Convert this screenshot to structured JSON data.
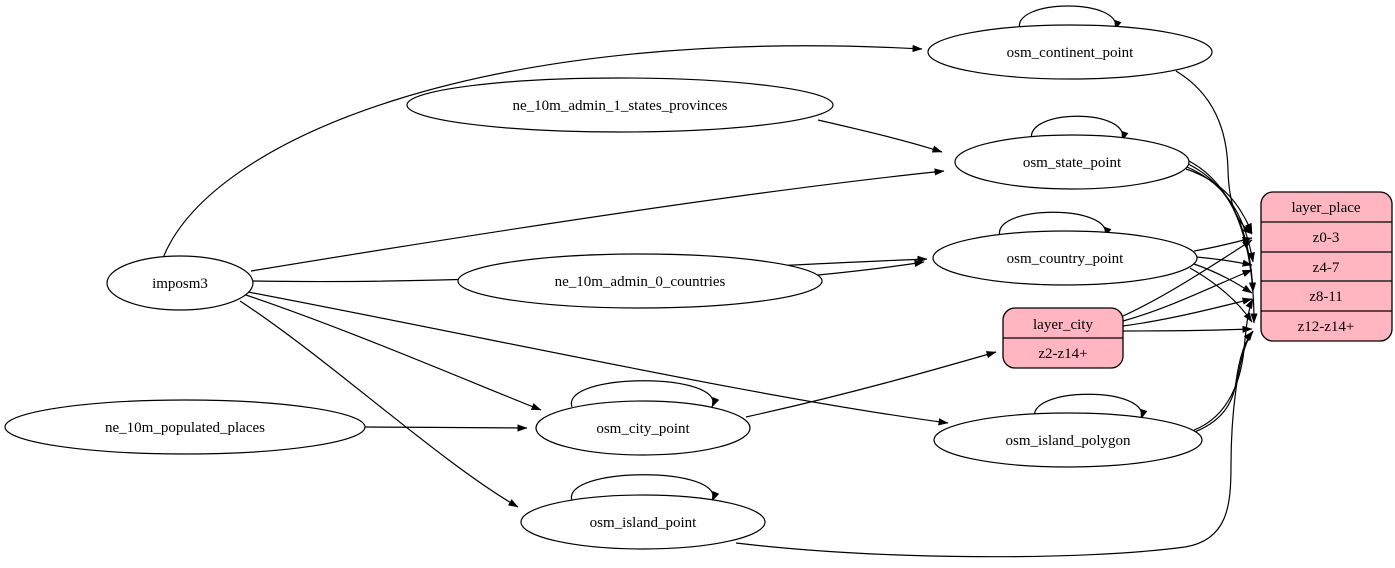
{
  "diagram": {
    "type": "etl-graph",
    "colors": {
      "background": "#ffffff",
      "node_fill": "#ffffff",
      "record_fill": "#ffb6c1",
      "stroke": "#000000",
      "text": "#000000"
    },
    "nodes": {
      "imposm3": {
        "label": "imposm3",
        "shape": "ellipse"
      },
      "ne_10m_admin_1_states_provinces": {
        "label": "ne_10m_admin_1_states_provinces",
        "shape": "ellipse"
      },
      "ne_10m_admin_0_countries": {
        "label": "ne_10m_admin_0_countries",
        "shape": "ellipse"
      },
      "ne_10m_populated_places": {
        "label": "ne_10m_populated_places",
        "shape": "ellipse"
      },
      "osm_continent_point": {
        "label": "osm_continent_point",
        "shape": "ellipse"
      },
      "osm_state_point": {
        "label": "osm_state_point",
        "shape": "ellipse"
      },
      "osm_country_point": {
        "label": "osm_country_point",
        "shape": "ellipse"
      },
      "osm_city_point": {
        "label": "osm_city_point",
        "shape": "ellipse"
      },
      "osm_island_polygon": {
        "label": "osm_island_polygon",
        "shape": "ellipse"
      },
      "osm_island_point": {
        "label": "osm_island_point",
        "shape": "ellipse"
      }
    },
    "records": {
      "layer_city": {
        "title": "layer_city",
        "rows": [
          "z2-z14+"
        ]
      },
      "layer_place": {
        "title": "layer_place",
        "rows": [
          "z0-3",
          "z4-7",
          "z8-11",
          "z12-z14+"
        ]
      }
    },
    "edges": [
      {
        "from": "imposm3",
        "to": "osm_continent_point"
      },
      {
        "from": "imposm3",
        "to": "osm_state_point"
      },
      {
        "from": "imposm3",
        "to": "osm_country_point"
      },
      {
        "from": "imposm3",
        "to": "osm_city_point"
      },
      {
        "from": "imposm3",
        "to": "osm_island_polygon"
      },
      {
        "from": "imposm3",
        "to": "osm_island_point"
      },
      {
        "from": "ne_10m_admin_1_states_provinces",
        "to": "osm_state_point"
      },
      {
        "from": "ne_10m_admin_0_countries",
        "to": "osm_country_point"
      },
      {
        "from": "ne_10m_populated_places",
        "to": "osm_city_point"
      },
      {
        "from": "osm_continent_point",
        "to": "osm_continent_point"
      },
      {
        "from": "osm_state_point",
        "to": "osm_state_point"
      },
      {
        "from": "osm_country_point",
        "to": "osm_country_point"
      },
      {
        "from": "osm_city_point",
        "to": "osm_city_point"
      },
      {
        "from": "osm_island_polygon",
        "to": "osm_island_polygon"
      },
      {
        "from": "osm_island_point",
        "to": "osm_island_point"
      },
      {
        "from": "osm_city_point",
        "to": "layer_city:z2-z14+"
      },
      {
        "from": "osm_continent_point",
        "to": "layer_place:z0-3"
      },
      {
        "from": "osm_state_point",
        "to": "layer_place:z0-3"
      },
      {
        "from": "osm_state_point",
        "to": "layer_place:z4-7"
      },
      {
        "from": "osm_state_point",
        "to": "layer_place:z8-11"
      },
      {
        "from": "osm_state_point",
        "to": "layer_place:z12-z14+"
      },
      {
        "from": "osm_country_point",
        "to": "layer_place:z0-3"
      },
      {
        "from": "osm_country_point",
        "to": "layer_place:z4-7"
      },
      {
        "from": "osm_country_point",
        "to": "layer_place:z8-11"
      },
      {
        "from": "osm_country_point",
        "to": "layer_place:z12-z14+"
      },
      {
        "from": "layer_city",
        "to": "layer_place:z0-3"
      },
      {
        "from": "layer_city",
        "to": "layer_place:z4-7"
      },
      {
        "from": "layer_city",
        "to": "layer_place:z8-11"
      },
      {
        "from": "layer_city",
        "to": "layer_place:z12-z14+"
      },
      {
        "from": "osm_island_polygon",
        "to": "layer_place:z8-11"
      },
      {
        "from": "osm_island_polygon",
        "to": "layer_place:z12-z14+"
      },
      {
        "from": "osm_island_point",
        "to": "layer_place:z12-z14+"
      }
    ]
  }
}
